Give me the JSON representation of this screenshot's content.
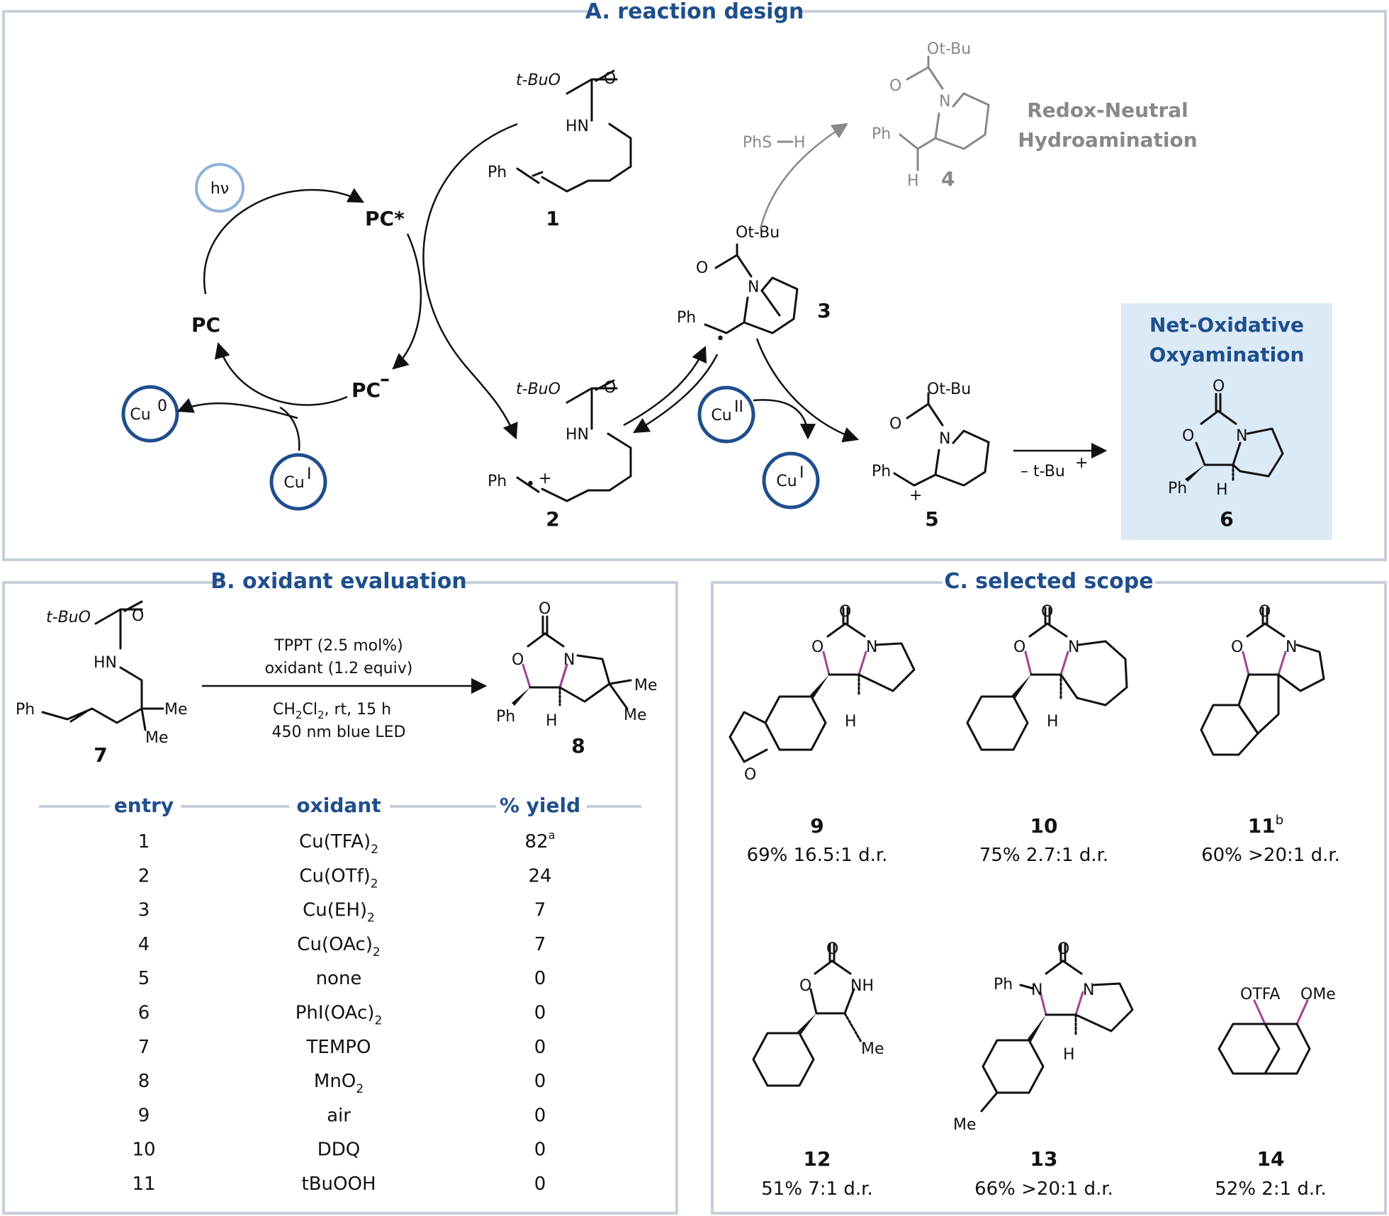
{
  "panelA": {
    "title": "A. reaction design",
    "hv": "hν",
    "pc_star": "PC*",
    "pc": "PC",
    "pc_minus": "PC",
    "pc_minus_sup": "–",
    "cu0": "Cu",
    "cu0_sup": "0",
    "cuI_left": "Cu",
    "cuI_left_sup": "I",
    "cuII": "Cu",
    "cuII_sup": "II",
    "cuI_right": "Cu",
    "cuI_right_sup": "I",
    "c1_tbuo": "t-BuO",
    "c1_o": "O",
    "c1_hn": "HN",
    "c1_ph": "Ph",
    "c1_num": "1",
    "c2_tbuo": "t-BuO",
    "c2_o": "O",
    "c2_hn": "HN",
    "c2_ph": "Ph",
    "c2_dot": "•",
    "c2_plus": "+",
    "c2_num": "2",
    "c3_otbu": "Ot-Bu",
    "c3_o": "O",
    "c3_n": "N",
    "c3_ph": "Ph",
    "c3_dot": "•",
    "c3_num": "3",
    "c4_otbu": "Ot-Bu",
    "c4_o": "O",
    "c4_n": "N",
    "c4_ph": "Ph",
    "c4_h": "H",
    "c4_num": "4",
    "phsh_a": "PhS",
    "phsh_b": "H",
    "redox_line1": "Redox-Neutral",
    "redox_line2": "Hydroamination",
    "c5_otbu": "Ot-Bu",
    "c5_o": "O",
    "c5_n": "N",
    "c5_ph": "Ph",
    "c5_plus": "+",
    "c5_num": "5",
    "minus_tbu": "– t-Bu",
    "minus_tbu_sup": "+",
    "netox_line1": "Net-Oxidative",
    "netox_line2": "Oxyamination",
    "c6_o_top": "O",
    "c6_o": "O",
    "c6_n": "N",
    "c6_ph": "Ph",
    "c6_h": "H",
    "c6_num": "6"
  },
  "panelB": {
    "title": "B. oxidant evaluation",
    "c7_tbuo": "t-BuO",
    "c7_o": "O",
    "c7_hn": "HN",
    "c7_ph": "Ph",
    "c7_me1": "Me",
    "c7_me2": "Me",
    "c7_num": "7",
    "cond1": "TPPT (2.5 mol%)",
    "cond2": "oxidant (1.2 equiv)",
    "cond3": "CH",
    "cond3_sub1": "2",
    "cond3_b": "Cl",
    "cond3_sub2": "2",
    "cond3_c": ", rt, 15 h",
    "cond4": "450 nm blue LED",
    "c8_o_top": "O",
    "c8_o": "O",
    "c8_n": "N",
    "c8_ph": "Ph",
    "c8_h": "H",
    "c8_me1": "Me",
    "c8_me2": "Me",
    "c8_num": "8",
    "headers": {
      "entry": "entry",
      "oxidant": "oxidant",
      "yield": "% yield"
    },
    "rows": [
      {
        "entry": "1",
        "oxidant": "Cu(TFA)",
        "sub": "2",
        "yield": "82",
        "sup": "a"
      },
      {
        "entry": "2",
        "oxidant": "Cu(OTf)",
        "sub": "2",
        "yield": "24",
        "sup": ""
      },
      {
        "entry": "3",
        "oxidant": "Cu(EH)",
        "sub": "2",
        "yield": "7",
        "sup": ""
      },
      {
        "entry": "4",
        "oxidant": "Cu(OAc)",
        "sub": "2",
        "yield": "7",
        "sup": ""
      },
      {
        "entry": "5",
        "oxidant": "none",
        "sub": "",
        "yield": "0",
        "sup": ""
      },
      {
        "entry": "6",
        "oxidant": "PhI(OAc)",
        "sub": "2",
        "yield": "0",
        "sup": ""
      },
      {
        "entry": "7",
        "oxidant": "TEMPO",
        "sub": "",
        "yield": "0",
        "sup": ""
      },
      {
        "entry": "8",
        "oxidant": "MnO",
        "sub": "2",
        "yield": "0",
        "sup": ""
      },
      {
        "entry": "9",
        "oxidant": "air",
        "sub": "",
        "yield": "0",
        "sup": ""
      },
      {
        "entry": "10",
        "oxidant": "DDQ",
        "sub": "",
        "yield": "0",
        "sup": ""
      },
      {
        "entry": "11",
        "oxidant": "tBuOOH",
        "sub": "",
        "yield": "0",
        "sup": ""
      }
    ]
  },
  "panelC": {
    "title": "C. selected scope",
    "s9": {
      "num": "9",
      "sup": "",
      "result": "69% 16.5:1 d.r.",
      "o_top": "O",
      "o": "O",
      "n": "N",
      "h": "H",
      "o_ring": "O"
    },
    "s10": {
      "num": "10",
      "sup": "",
      "result": "75% 2.7:1 d.r.",
      "o_top": "O",
      "o": "O",
      "n": "N",
      "h": "H"
    },
    "s11": {
      "num": "11",
      "sup": "b",
      "result": "60% >20:1 d.r.",
      "o_top": "O",
      "o": "O",
      "n": "N"
    },
    "s12": {
      "num": "12",
      "sup": "",
      "result": "51% 7:1 d.r.",
      "o_top": "O",
      "o": "O",
      "nh": "NH",
      "me": "Me"
    },
    "s13": {
      "num": "13",
      "sup": "",
      "result": "66% >20:1 d.r.",
      "o_top": "O",
      "ph": "Ph",
      "n1": "N",
      "n2": "N",
      "h": "H",
      "me": "Me"
    },
    "s14": {
      "num": "14",
      "sup": "",
      "result": "52% 2:1 d.r.",
      "otfa": "OTFA",
      "ome": "OMe"
    }
  },
  "colors": {
    "accent": "#1f4e8c",
    "frame": "#c7cfd9",
    "highlight_box": "#dceaf6",
    "grey": "#888888",
    "bond_highlight": "#a0449a",
    "hv_circle": "#8fb1dc"
  }
}
